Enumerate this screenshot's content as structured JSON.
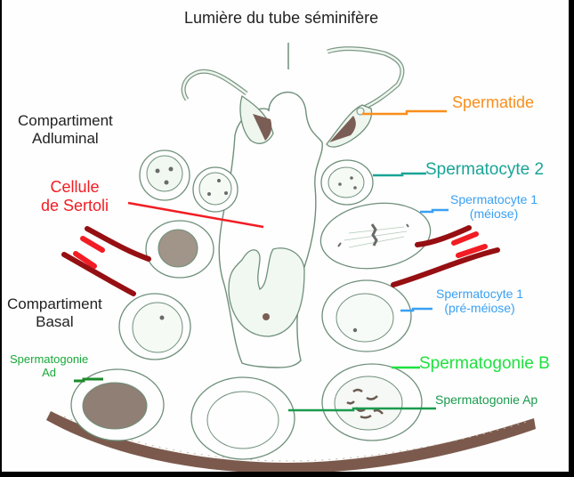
{
  "diagram": {
    "title": "Lumière du tube séminifère",
    "compartments": {
      "adluminal": [
        "Compartiment",
        "Adluminal"
      ],
      "basal": [
        "Compartiment",
        "Basal"
      ]
    },
    "labels": {
      "sertoli": [
        "Cellule",
        "de Sertoli"
      ],
      "spermatide": "Spermatide",
      "spermatocyte2": "Spermatocyte 2",
      "spermatocyte1_meiose": [
        "Spermatocyte 1",
        "(méiose)"
      ],
      "spermatocyte1_premeiose": [
        "Spermatocyte 1",
        "(pré-méiose)"
      ],
      "spermatogonie_b": "Spermatogonie B",
      "spermatogonie_ap": "Spermatogonie Ap",
      "spermatogonie_ad": [
        "Spermatogonie",
        "Ad"
      ]
    },
    "colors": {
      "background": "#fdfefd",
      "cell_outline": "#6f8f7b",
      "cell_fill": "#f1f8f1",
      "nucleus_dark": "#7a5e55",
      "basement_membrane": "#7b5a4d",
      "sertoli": "#f21c24",
      "junction_dark": "#960f12",
      "spermatide": "#f98e1c",
      "spermatocyte2": "#1aa497",
      "spermatocyte1": "#3aa0f4",
      "spermatogonie_b": "#1ee13f",
      "spermatogonie_ap": "#1a9a4e",
      "spermatogonie_ad": "#1aa83b",
      "text": "#222222"
    }
  }
}
